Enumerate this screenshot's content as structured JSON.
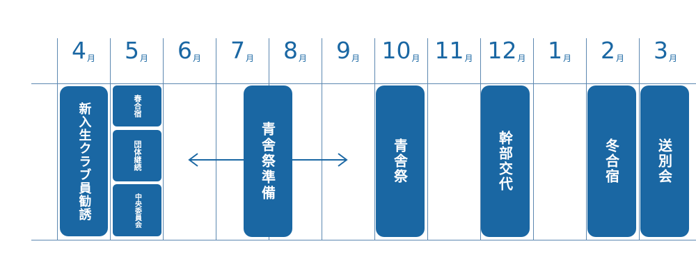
{
  "months": [
    {
      "num": "4",
      "unit": "月"
    },
    {
      "num": "5",
      "unit": "月"
    },
    {
      "num": "6",
      "unit": "月"
    },
    {
      "num": "7",
      "unit": "月"
    },
    {
      "num": "8",
      "unit": "月"
    },
    {
      "num": "9",
      "unit": "月"
    },
    {
      "num": "10",
      "unit": "月"
    },
    {
      "num": "11",
      "unit": "月"
    },
    {
      "num": "12",
      "unit": "月"
    },
    {
      "num": "1",
      "unit": "月"
    },
    {
      "num": "2",
      "unit": "月"
    },
    {
      "num": "3",
      "unit": "月"
    }
  ],
  "events": {
    "recruitment": "新入生クラブ員勧誘",
    "spring_camp": "春合宿",
    "group_continuation": "団体継続",
    "central_committee": "中央委員会",
    "festival_prep": "青舎祭準備",
    "festival": "青舎祭",
    "officer_change": "幹部交代",
    "winter_camp": "冬合宿",
    "farewell": "送別会"
  },
  "colors": {
    "accent": "#1a67a3",
    "grid": "#5b87b0"
  }
}
